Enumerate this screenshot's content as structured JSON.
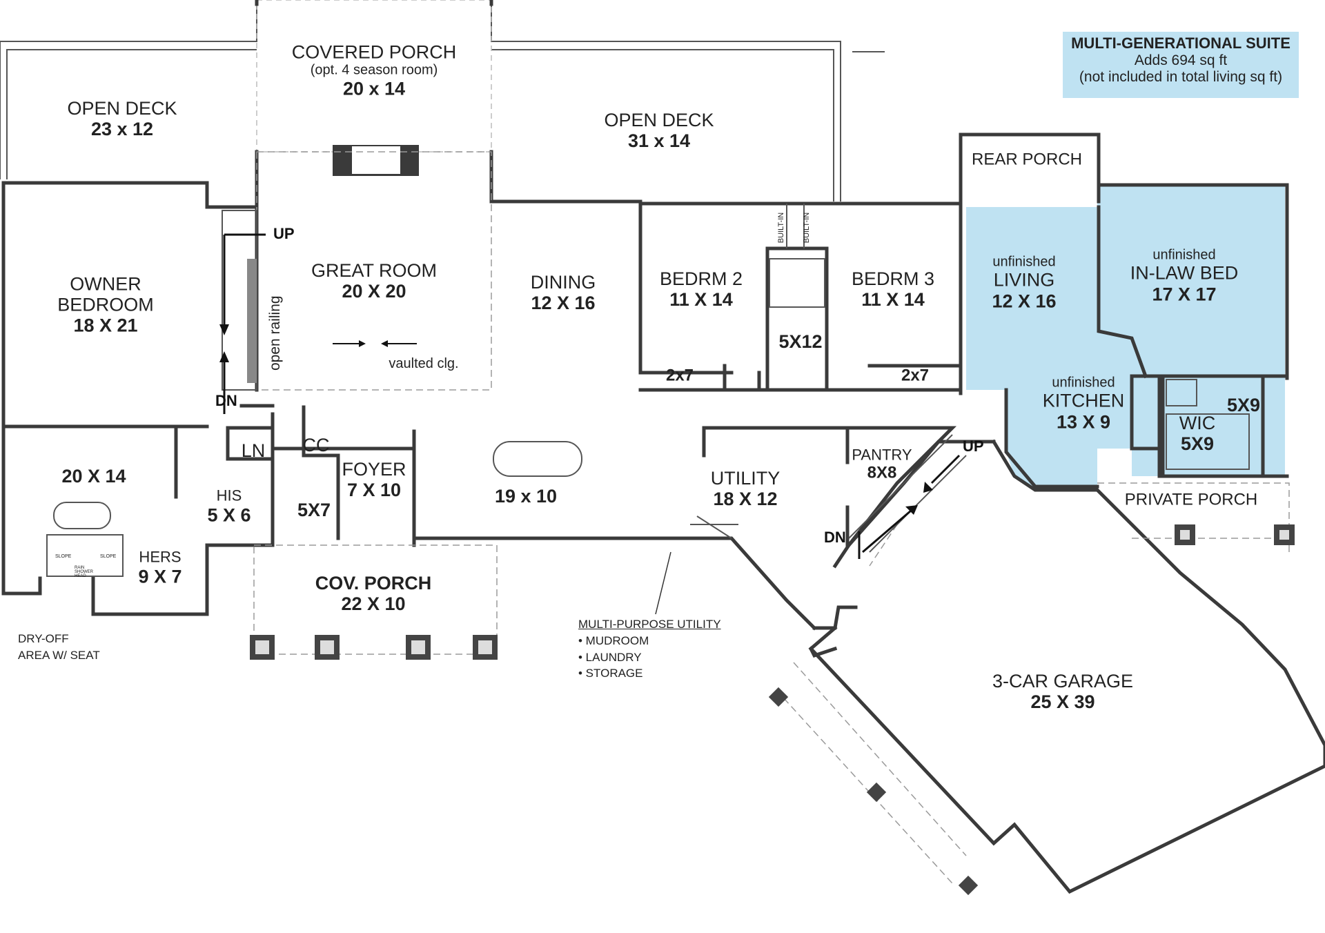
{
  "suite_note": {
    "title": "MULTI-GENERATIONAL SUITE",
    "line1": "Adds 694 sq ft",
    "line2": "(not included in total living sq ft)",
    "color": "#bfe2f2"
  },
  "rooms": {
    "covered_porch": {
      "name": "COVERED PORCH",
      "sub": "(opt. 4 season room)",
      "size": "20 x 14"
    },
    "open_deck_left": {
      "name": "OPEN DECK",
      "size": "23 x 12"
    },
    "open_deck_right": {
      "name": "OPEN DECK",
      "size": "31 x 14"
    },
    "rear_porch": {
      "name": "REAR PORCH"
    },
    "owner_bedroom": {
      "name1": "OWNER",
      "name2": "BEDROOM",
      "size": "18 X 21"
    },
    "great_room": {
      "name": "GREAT ROOM",
      "size": "20 X 20",
      "note": "vaulted clg."
    },
    "dining": {
      "name": "DINING",
      "size": "12 X 16"
    },
    "bedrm2": {
      "name": "BEDRM 2",
      "size": "11 X 14"
    },
    "bedrm3": {
      "name": "BEDRM 3",
      "size": "11 X 14"
    },
    "bath_5x12": {
      "size": "5X12"
    },
    "closet_2x7_a": {
      "size": "2x7"
    },
    "closet_2x7_b": {
      "size": "2x7"
    },
    "suite_living": {
      "pre": "unfinished",
      "name": "LIVING",
      "size": "12 X 16"
    },
    "suite_bed": {
      "pre": "unfinished",
      "name": "IN-LAW BED",
      "size": "17 X 17"
    },
    "suite_kitchen": {
      "pre": "unfinished",
      "name": "KITCHEN",
      "size": "13 X 9"
    },
    "suite_wic": {
      "name": "WIC",
      "size": "5X9"
    },
    "suite_bath": {
      "size": "5X9"
    },
    "master_bath": {
      "size": "20 X 14"
    },
    "his": {
      "name": "HIS",
      "size": "5 X 6"
    },
    "hers": {
      "name": "HERS",
      "size": "9 X 7"
    },
    "ln": {
      "name": "LN"
    },
    "cc": {
      "name": "CC"
    },
    "powder": {
      "size": "5X7"
    },
    "foyer": {
      "name": "FOYER",
      "size": "7 X 10"
    },
    "kitchen": {
      "size": "19 x 10"
    },
    "utility": {
      "name": "UTILITY",
      "size": "18 X 12"
    },
    "pantry": {
      "name": "PANTRY",
      "size": "8X8"
    },
    "private_porch": {
      "name": "PRIVATE PORCH"
    },
    "cov_porch": {
      "name": "COV. PORCH",
      "size": "22 X 10"
    },
    "garage": {
      "name": "3-CAR GARAGE",
      "size": "25 X 39"
    }
  },
  "labels": {
    "stair_up_1": "UP",
    "stair_dn_1": "DN",
    "stair_up_2": "UP",
    "stair_dn_2": "DN",
    "open_railing": "open railing",
    "built_in_1": "BUILT-IN",
    "built_in_2": "BUILT-IN",
    "dry_off_1": "DRY-OFF",
    "dry_off_2": "AREA W/ SEAT",
    "shower_slope_1": "SLOPE",
    "shower_slope_2": "SLOPE",
    "shower_head": "RAIN SHOWER HEAD"
  },
  "utility_note": {
    "title": "MULTI-PURPOSE UTILITY",
    "items": [
      "• MUDROOM",
      "• LAUNDRY",
      "• STORAGE"
    ]
  }
}
